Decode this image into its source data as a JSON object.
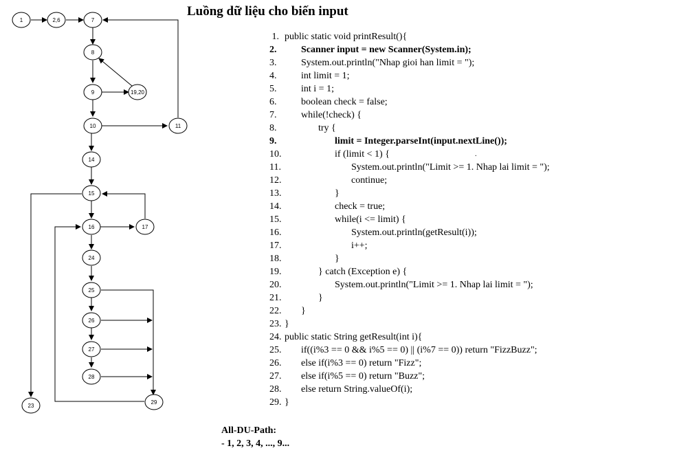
{
  "title": "Luồng dữ liệu cho biến input",
  "graph": {
    "nodes": [
      {
        "id": "n1",
        "label": "1"
      },
      {
        "id": "n26",
        "label": "2,6"
      },
      {
        "id": "n7",
        "label": "7"
      },
      {
        "id": "n8",
        "label": "8"
      },
      {
        "id": "n9",
        "label": "9"
      },
      {
        "id": "n1920",
        "label": "19,20"
      },
      {
        "id": "n10",
        "label": "10"
      },
      {
        "id": "n11",
        "label": "11"
      },
      {
        "id": "n14",
        "label": "14"
      },
      {
        "id": "n15",
        "label": "15"
      },
      {
        "id": "n16",
        "label": "16"
      },
      {
        "id": "n17",
        "label": "17"
      },
      {
        "id": "n24",
        "label": "24"
      },
      {
        "id": "n25",
        "label": "25"
      },
      {
        "id": "n26b",
        "label": "26"
      },
      {
        "id": "n27",
        "label": "27"
      },
      {
        "id": "n28",
        "label": "28"
      },
      {
        "id": "n29",
        "label": "29"
      },
      {
        "id": "n23",
        "label": "23"
      }
    ]
  },
  "code": [
    {
      "num": "1.",
      "text": "public static void printResult(){",
      "bold": false
    },
    {
      "num": "2.",
      "text": "Scanner input = new Scanner(System.in);",
      "bold": true
    },
    {
      "num": "3.",
      "text": "System.out.println(\"Nhap gioi han limit = \");",
      "bold": false
    },
    {
      "num": "4.",
      "text": "int limit = 1;",
      "bold": false
    },
    {
      "num": "5.",
      "text": "int i = 1;",
      "bold": false
    },
    {
      "num": "6.",
      "text": "boolean check = false;",
      "bold": false
    },
    {
      "num": "7.",
      "text": "while(!check) {",
      "bold": false
    },
    {
      "num": "8.",
      "text": "try {",
      "bold": false
    },
    {
      "num": "9.",
      "text": "limit = Integer.parseInt(input.nextLine());",
      "bold": true
    },
    {
      "num": "10.",
      "text": "if (limit < 1) {",
      "bold": false
    },
    {
      "num": "11.",
      "text": "System.out.println(\"Limit >= 1. Nhap lai limit = \");",
      "bold": false
    },
    {
      "num": "12.",
      "text": "continue;",
      "bold": false
    },
    {
      "num": "13.",
      "text": "}",
      "bold": false
    },
    {
      "num": "14.",
      "text": "check = true;",
      "bold": false
    },
    {
      "num": "15.",
      "text": "while(i <= limit) {",
      "bold": false
    },
    {
      "num": "16.",
      "text": "System.out.println(getResult(i));",
      "bold": false
    },
    {
      "num": "17.",
      "text": "i++;",
      "bold": false
    },
    {
      "num": "18.",
      "text": "}",
      "bold": false
    },
    {
      "num": "19.",
      "text": "} catch (Exception e) {",
      "bold": false
    },
    {
      "num": "20.",
      "text": "System.out.println(\"Limit >= 1. Nhap lai limit = \");",
      "bold": false
    },
    {
      "num": "21.",
      "text": "}",
      "bold": false
    },
    {
      "num": "22.",
      "text": "}",
      "bold": false
    },
    {
      "num": "23.",
      "text": "}",
      "bold": false
    },
    {
      "num": "24.",
      "text": "public static String getResult(int i){",
      "bold": false
    },
    {
      "num": "25.",
      "text": "if((i%3 == 0 && i%5 == 0) || (i%7 == 0)) return \"FizzBuzz\";",
      "bold": false
    },
    {
      "num": "26.",
      "text": "else if(i%3 == 0) return \"Fizz\";",
      "bold": false
    },
    {
      "num": "27.",
      "text": "else if(i%5 == 0) return \"Buzz\";",
      "bold": false
    },
    {
      "num": "28.",
      "text": "else return String.valueOf(i);",
      "bold": false
    },
    {
      "num": "29.",
      "text": "}",
      "bold": false
    }
  ],
  "du": {
    "heading": "All-DU-Path:",
    "path": "- 1, 2, 3, 4, ..., 9..."
  },
  "stray_dot": "."
}
